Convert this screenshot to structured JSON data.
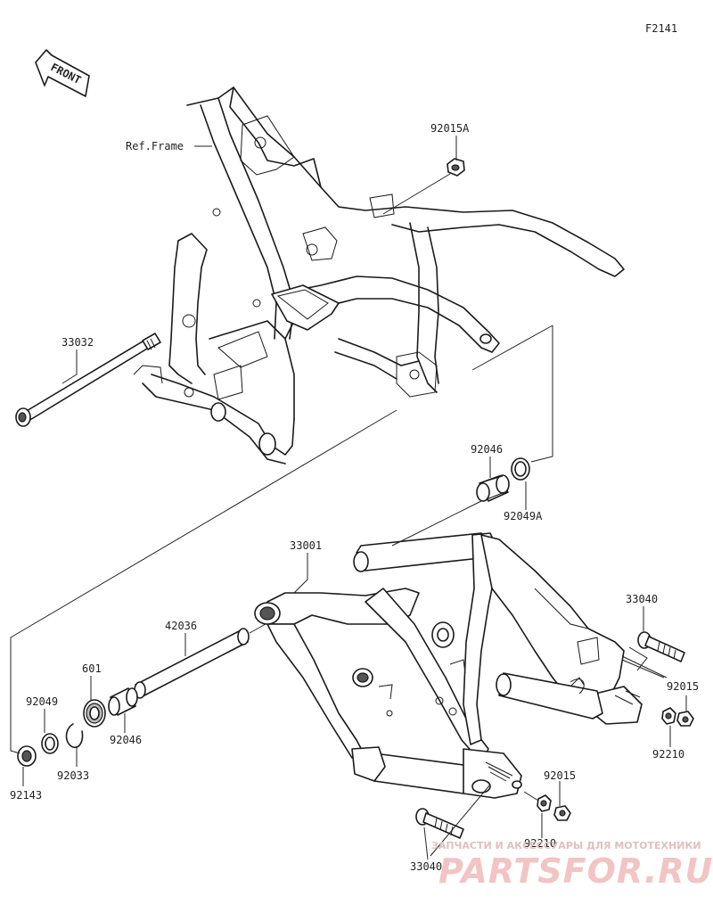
{
  "figure_id": "F2141",
  "front_arrow": {
    "text": "FRONT",
    "icon": "front-arrow-icon"
  },
  "ref_frame_label": "Ref.Frame",
  "parts": {
    "p92015A": "92015A",
    "p33032": "33032",
    "p92046_top": "92046",
    "p92049A": "92049A",
    "p33001": "33001",
    "p42036": "42036",
    "p601": "601",
    "p92049": "92049",
    "p92033": "92033",
    "p92046_bot": "92046",
    "p92143": "92143",
    "p33040_right": "33040",
    "p92015_right": "92015",
    "p92210_right": "92210",
    "p92015_bot": "92015",
    "p92210_bot": "92210",
    "p33040_bot": "33040"
  },
  "watermark": {
    "tagline": "ЗАПЧАСТИ И АКСЕССУАРЫ ДЛЯ МОТОТЕХНИКИ",
    "brand": "PARTSFOR.RU",
    "color": "#e8a0a0"
  }
}
